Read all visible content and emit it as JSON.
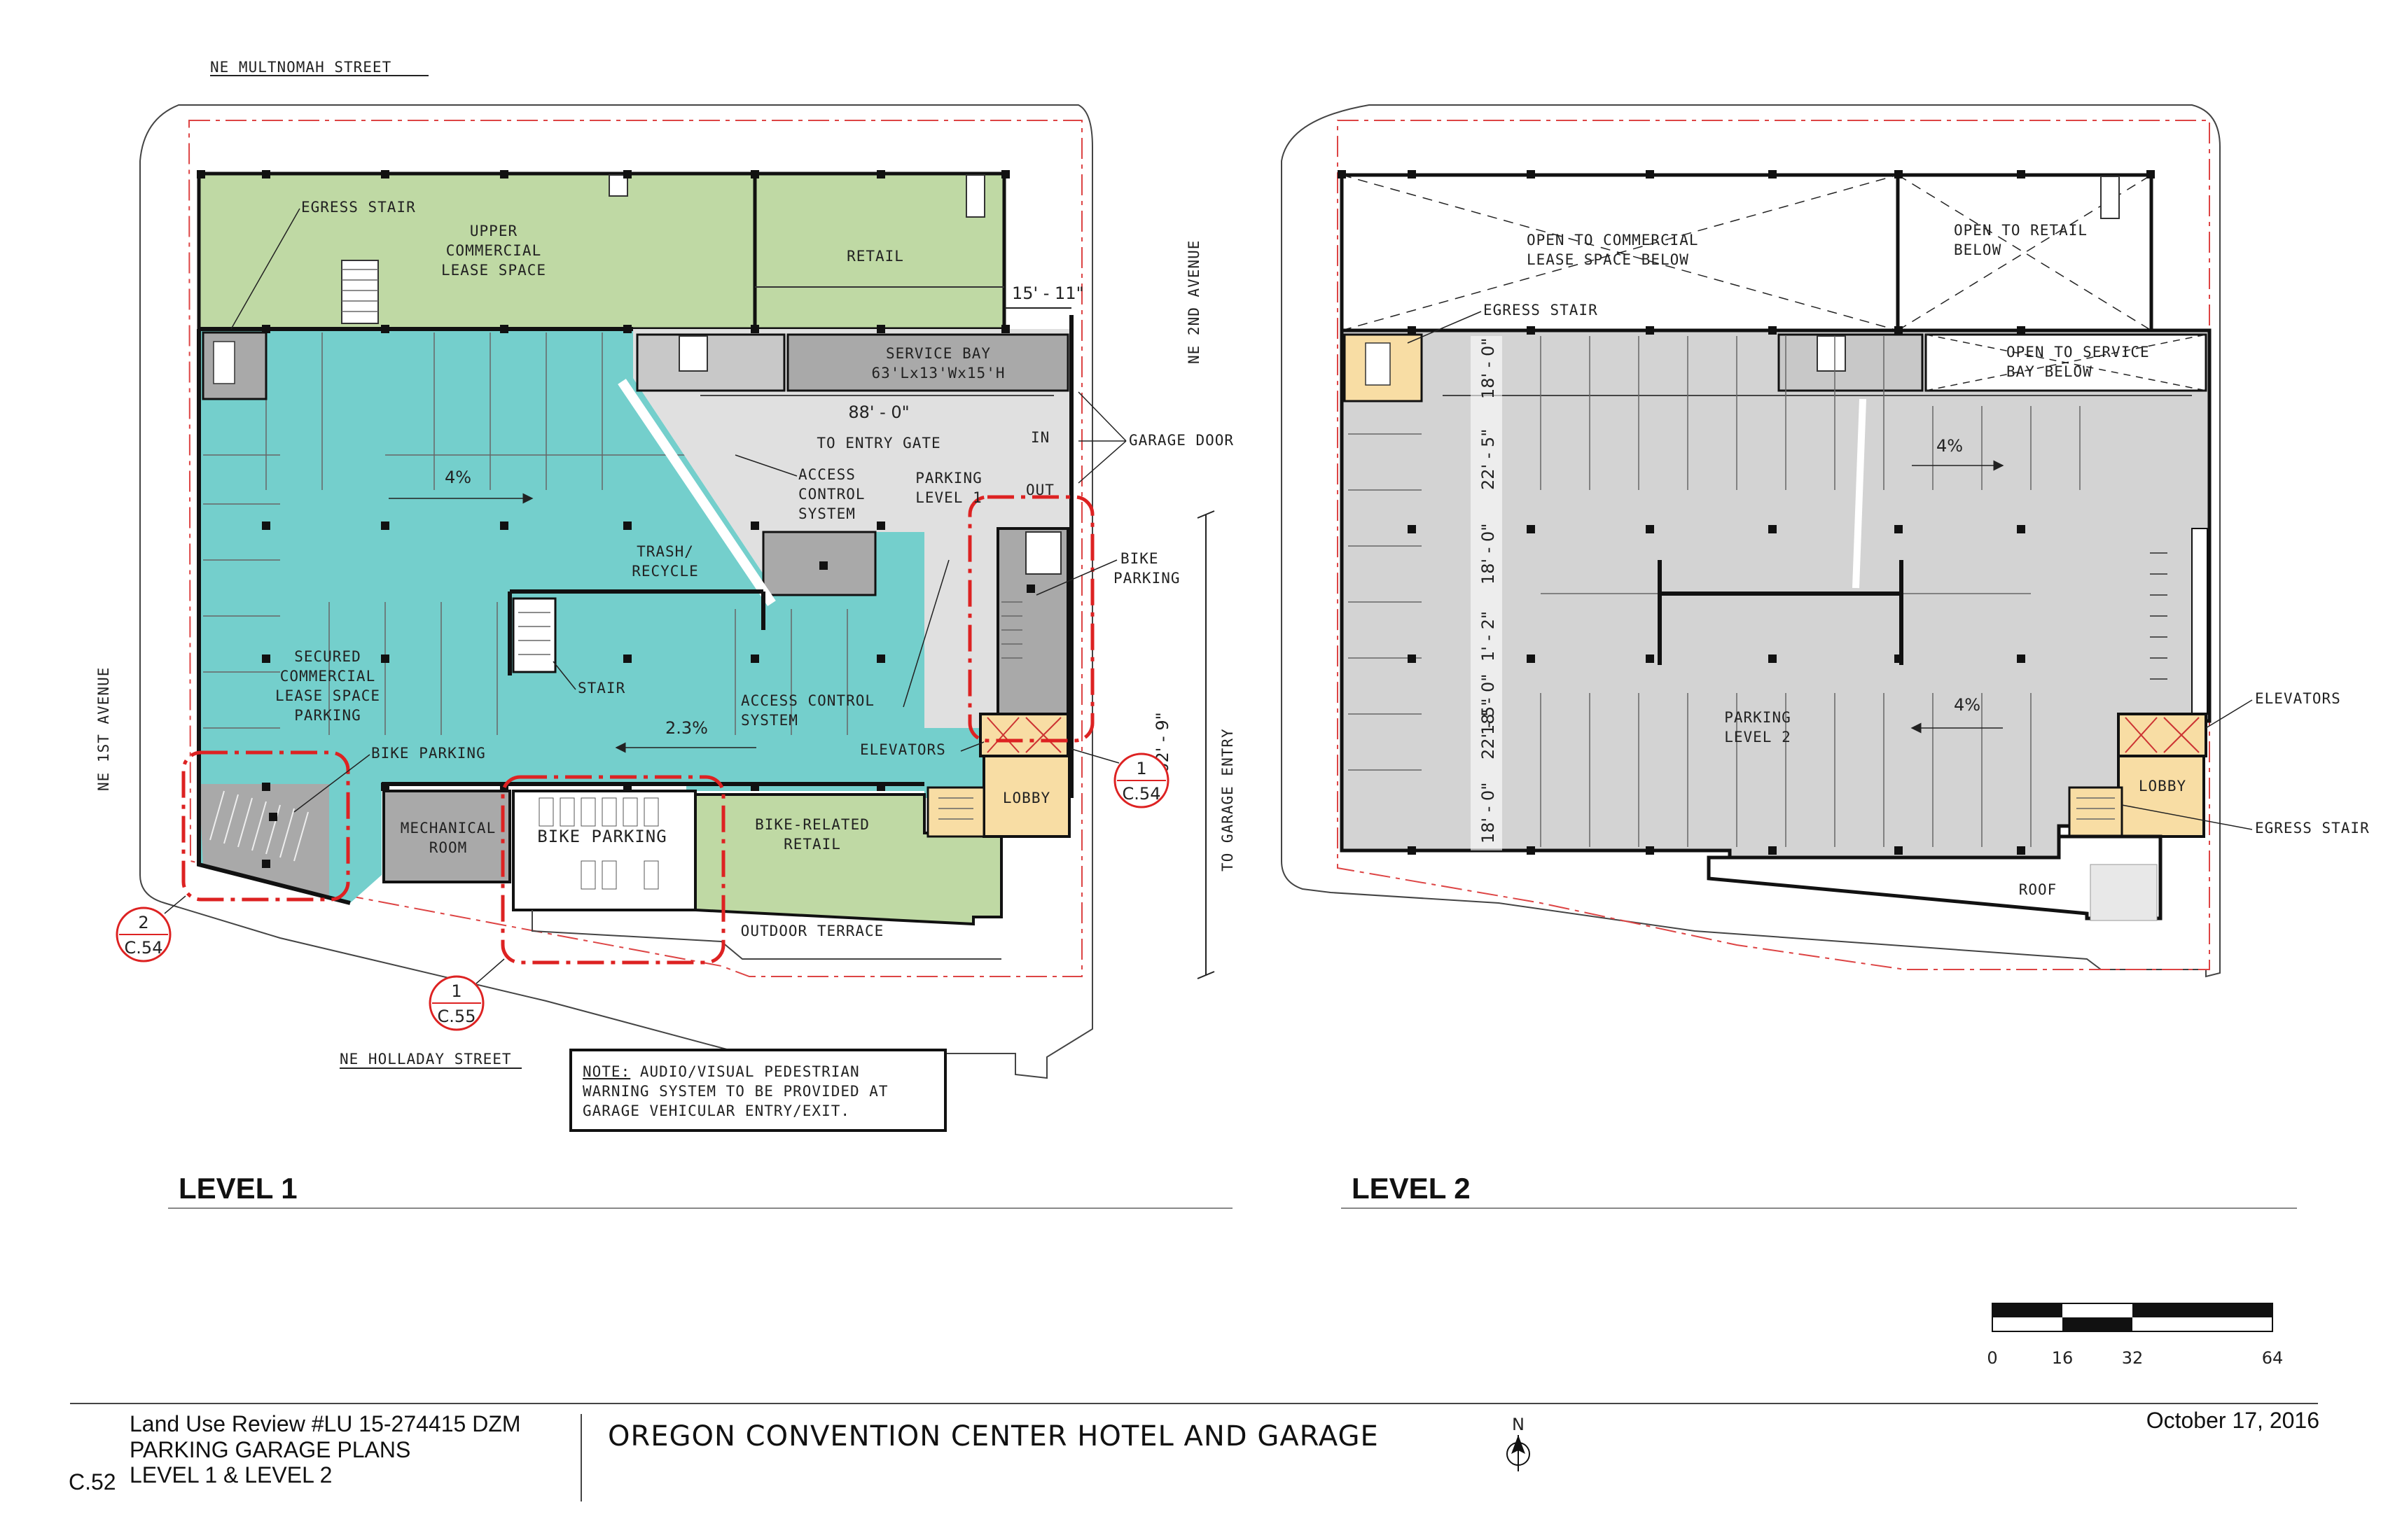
{
  "sheet": {
    "project": "OREGON CONVENTION CENTER HOTEL AND GARAGE",
    "review": "Land Use Review #LU 15-274415 DZM",
    "plan_title": "PARKING GARAGE PLANS",
    "plan_levels": "LEVEL 1 & LEVEL 2",
    "sheet_number": "C.52",
    "date": "October 17, 2016",
    "north_label": "N"
  },
  "scale_bar": {
    "labels": [
      "0",
      "16",
      "32",
      "64"
    ]
  },
  "streets": {
    "north": "NE MULTNOMAH STREET",
    "south": "NE HOLLADAY STREET",
    "west": "NE 1ST AVENUE",
    "east": "NE 2ND AVENUE"
  },
  "level1": {
    "title": "LEVEL 1",
    "egress_stair": "EGRESS STAIR",
    "upper_commercial": [
      "UPPER",
      "COMMERCIAL",
      "LEASE SPACE"
    ],
    "retail": "RETAIL",
    "dim_15_11": "15' - 11\"",
    "service_bay": "SERVICE BAY",
    "service_bay_size": "63'Lx13'Wx15'H",
    "dim_88": "88' - 0\"",
    "to_entry_gate": "TO ENTRY GATE",
    "in_label": "IN",
    "out_label": "OUT",
    "garage_door": "GARAGE DOOR",
    "access_control": [
      "ACCESS",
      "CONTROL",
      "SYSTEM"
    ],
    "parking_level": [
      "PARKING",
      "LEVEL 1"
    ],
    "slope_4": "4%",
    "trash": [
      "TRASH/",
      "RECYCLE"
    ],
    "stair": "STAIR",
    "secured": [
      "SECURED",
      "COMMERCIAL",
      "LEASE SPACE",
      "PARKING"
    ],
    "access_control_2": [
      "ACCESS CONTROL",
      "SYSTEM"
    ],
    "slope_23": "2.3%",
    "bike_parking_label": "BIKE PARKING",
    "elevators": "ELEVATORS",
    "lobby": "LOBBY",
    "bike_parking_east": [
      "BIKE",
      "PARKING"
    ],
    "mechanical": [
      "MECHANICAL",
      "ROOM"
    ],
    "bike_parking_room": "BIKE PARKING",
    "bike_retail": [
      "BIKE-RELATED",
      "RETAIL"
    ],
    "outdoor_terrace": "OUTDOOR TERRACE",
    "dim_102": "102' - 9\"",
    "to_garage_entry": "TO GARAGE ENTRY",
    "note_heading": "NOTE:",
    "note_lines": [
      " AUDIO/VISUAL PEDESTRIAN",
      "WARNING SYSTEM TO BE PROVIDED AT",
      "GARAGE VEHICULAR ENTRY/EXIT."
    ],
    "callouts": [
      {
        "num": "1",
        "ref": "C.54"
      },
      {
        "num": "2",
        "ref": "C.54"
      },
      {
        "num": "1",
        "ref": "C.55"
      }
    ]
  },
  "level2": {
    "title": "LEVEL 2",
    "open_commercial": [
      "OPEN TO COMMERCIAL",
      "LEASE SPACE BELOW"
    ],
    "open_retail": [
      "OPEN TO RETAIL",
      "BELOW"
    ],
    "egress_stair": "EGRESS STAIR",
    "open_service": [
      "OPEN TO SERVICE",
      "BAY BELOW"
    ],
    "slope_top": "4%",
    "slope_bottom": "4%",
    "dims": [
      "18' - 0\"",
      "22' - 5\"",
      "18' - 0\"",
      "1' - 2\"",
      "18' - 0\"",
      "22' - 5\"",
      "18' - 0\""
    ],
    "parking_level": [
      "PARKING",
      "LEVEL 2"
    ],
    "elevators": "ELEVATORS",
    "lobby": "LOBBY",
    "egress_stair_2": "EGRESS STAIR",
    "roof": "ROOF"
  },
  "colors": {
    "teal": "#74CFCC",
    "green": "#BFD9A4",
    "gray": "#D3D3D3",
    "dark_gray": "#A9A9A9",
    "lobby": "#F8DDA4",
    "red": "#DD2222"
  }
}
